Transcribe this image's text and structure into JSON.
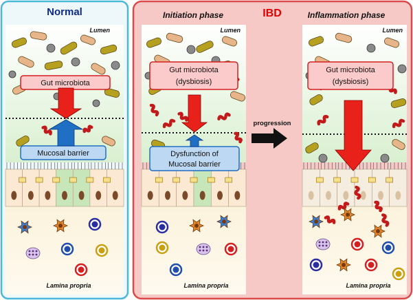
{
  "normal": {
    "title": "Normal",
    "lumen": "Lumen",
    "microbiota": "Gut microbiota",
    "barrier": "Mucosal barrier",
    "lamina": "Lamina propria"
  },
  "ibd": {
    "title": "IBD"
  },
  "initiation": {
    "title": "Initiation phase",
    "lumen": "Lumen",
    "microbiota_1": "Gut microbiota",
    "microbiota_2": "(dysbiosis)",
    "barrier_1": "Dysfunction of",
    "barrier_2": "Mucosal barrier",
    "lamina": "Lamina propria"
  },
  "progression": {
    "label": "progression"
  },
  "inflammation": {
    "title": "Inflammation phase",
    "lumen": "Lumen",
    "microbiota_1": "Gut microbiota",
    "microbiota_2": "(dysbiosis)",
    "lamina": "Lamina propria"
  },
  "colors": {
    "normal_frame": "#4bb8d8",
    "ibd_frame": "#d94a4a",
    "ibd_bg": "#f7c9c6",
    "arrow_red": "#e8211a",
    "arrow_blue": "#1f6fc4"
  }
}
